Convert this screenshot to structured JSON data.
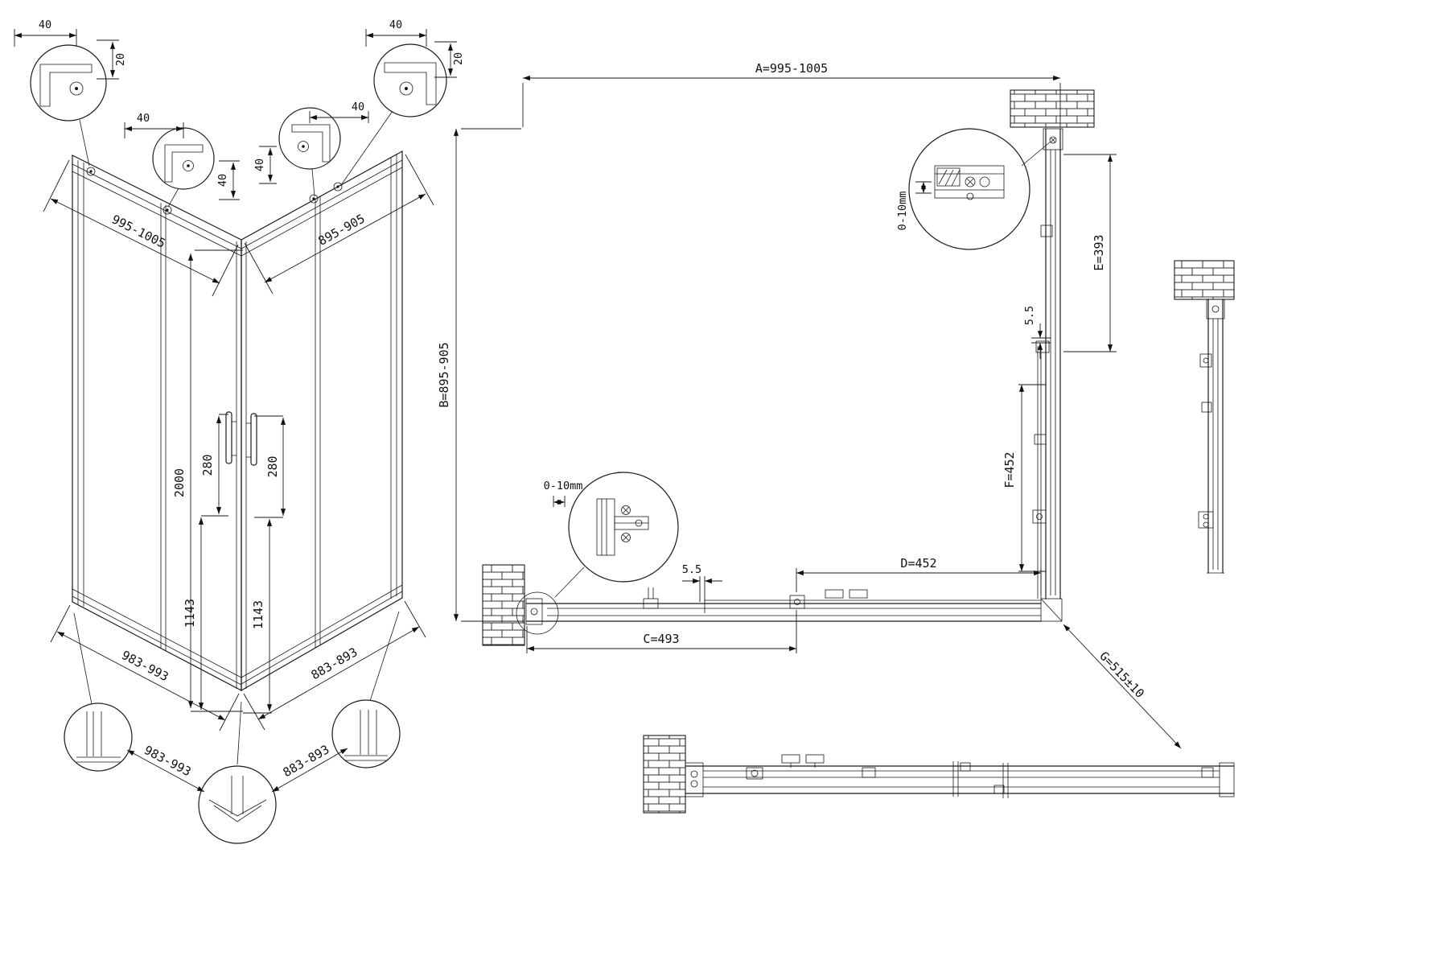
{
  "drawing": {
    "iso": {
      "detail_tl_width": "40",
      "detail_tl_height": "20",
      "detail_ml_width": "40",
      "detail_ml_depth": "40",
      "detail_mr_width": "40",
      "detail_mr_depth": "40",
      "detail_tr_width": "40",
      "detail_tr_height": "20",
      "top_left_width": "995-1005",
      "top_right_width": "895-905",
      "height": "2000",
      "handle_left_height": "280",
      "handle_right_height": "280",
      "door_left_height": "1143",
      "door_right_height": "1143",
      "bottom_left_width": "983-993",
      "bottom_right_width": "883-893",
      "base_left_width": "983-993",
      "base_right_width": "883-893"
    },
    "plan": {
      "dim_a": "A=995-1005",
      "dim_b": "B=895-905",
      "wall_gap_top": "0-10mm",
      "dim_e": "E=393",
      "gap_right": "5.5",
      "dim_f": "F=452",
      "dim_d": "D=452",
      "gap_bottom": "5.5",
      "dim_c": "C=493",
      "wall_gap_left": "0-10mm",
      "dim_g": "G=515±10"
    }
  }
}
